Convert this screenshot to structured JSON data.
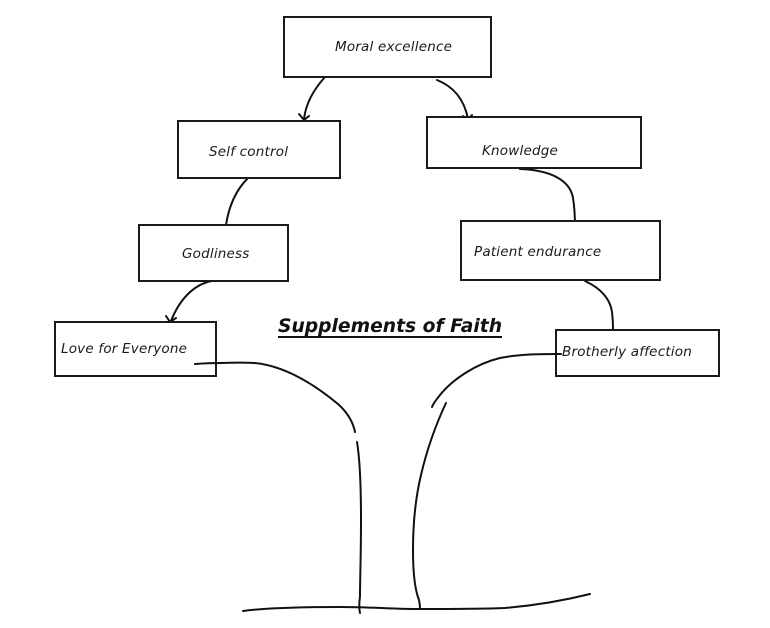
{
  "diagram": {
    "title": "Supplements of Faith",
    "type": "hand-drawn tree / flow diagram",
    "colors": {
      "ink": "#111111",
      "background": "#ffffff"
    },
    "nodes": [
      {
        "id": "moral-excellence",
        "label": "Moral excellence"
      },
      {
        "id": "self-control",
        "label": "Self control"
      },
      {
        "id": "knowledge",
        "label": "Knowledge"
      },
      {
        "id": "godliness",
        "label": "Godliness"
      },
      {
        "id": "patient-endurance",
        "label": "Patient endurance"
      },
      {
        "id": "love-for-everyone",
        "label": "Love for Everyone"
      },
      {
        "id": "brotherly-affection",
        "label": "Brotherly affection"
      }
    ],
    "edges": [
      {
        "from": "moral-excellence",
        "to": "self-control",
        "arrow": true
      },
      {
        "from": "moral-excellence",
        "to": "knowledge",
        "arrow": true
      },
      {
        "from": "self-control",
        "to": "godliness",
        "arrow": false
      },
      {
        "from": "knowledge",
        "to": "patient-endurance",
        "arrow": false
      },
      {
        "from": "godliness",
        "to": "love-for-everyone",
        "arrow": true
      },
      {
        "from": "patient-endurance",
        "to": "brotherly-affection",
        "arrow": false
      }
    ],
    "tree": {
      "left_branch_from": "love-for-everyone",
      "right_branch_from": "brotherly-affection",
      "has_trunk": true,
      "has_ground_line": true
    }
  }
}
